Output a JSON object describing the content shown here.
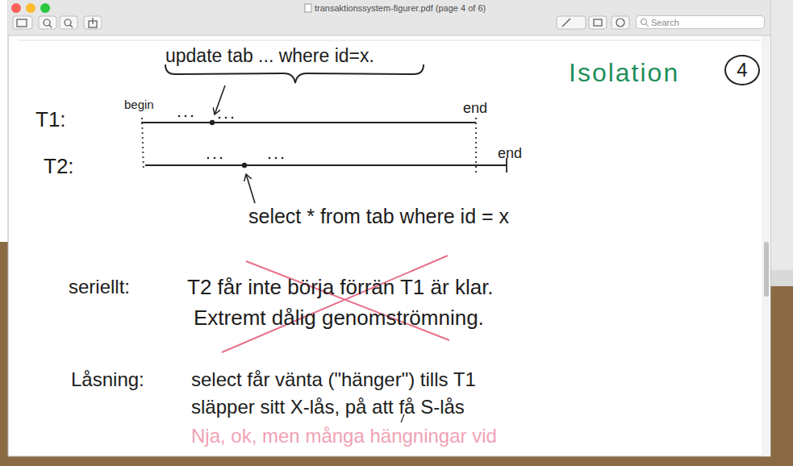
{
  "diagram": {
    "title": "Isolation",
    "nodes": [
      {
        "text": [
          "Search"
        ]
      },
      {
        "text": [
          "4"
        ]
      }
    ],
    "labels": [
      "transaktionssystem-figurer.pdf (page 4 of 6)",
      "update tab ... where id=x.",
      "T1:",
      "begin",
      "end",
      "T2:",
      "end",
      "select * from tab where id = x",
      "seriellt:",
      "T2 får inte börja förrän T1 är klar.",
      "Extremt dålig genomströmning.",
      "Låsning:",
      "select får vänta (\"hänger\") tills T1",
      "släpper sitt X-lås, på att få S-lås",
      "Nja, ok, men många hängningar vid"
    ]
  }
}
